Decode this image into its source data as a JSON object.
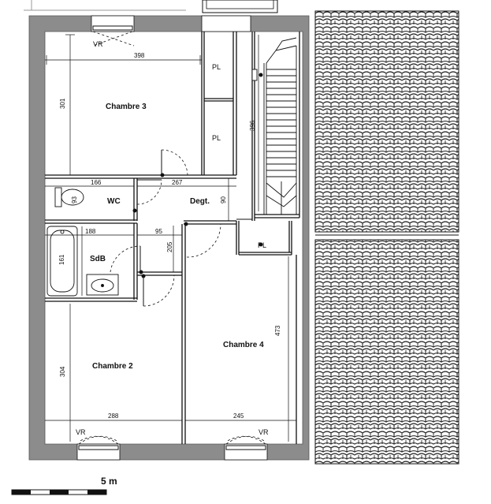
{
  "rooms": {
    "chambre3": "Chambre 3",
    "wc": "WC",
    "degt": "Degt.",
    "sdb": "SdB",
    "chambre2": "Chambre 2",
    "chambre4": "Chambre 4"
  },
  "fixtures": {
    "pl": "PL",
    "vr": "VR"
  },
  "dimensions": {
    "d398": "398",
    "d301": "301",
    "d396": "396",
    "d166": "166",
    "d267": "267",
    "d93": "93",
    "d90": "90",
    "d188": "188",
    "d95": "95",
    "d205": "205",
    "d161": "161",
    "d473": "473",
    "d304": "304",
    "d288": "288",
    "d245": "245"
  },
  "scale": {
    "label": "5 m"
  },
  "colors": {
    "wall": "#8c8c8c",
    "line": "#111111",
    "tile": "#222222"
  }
}
